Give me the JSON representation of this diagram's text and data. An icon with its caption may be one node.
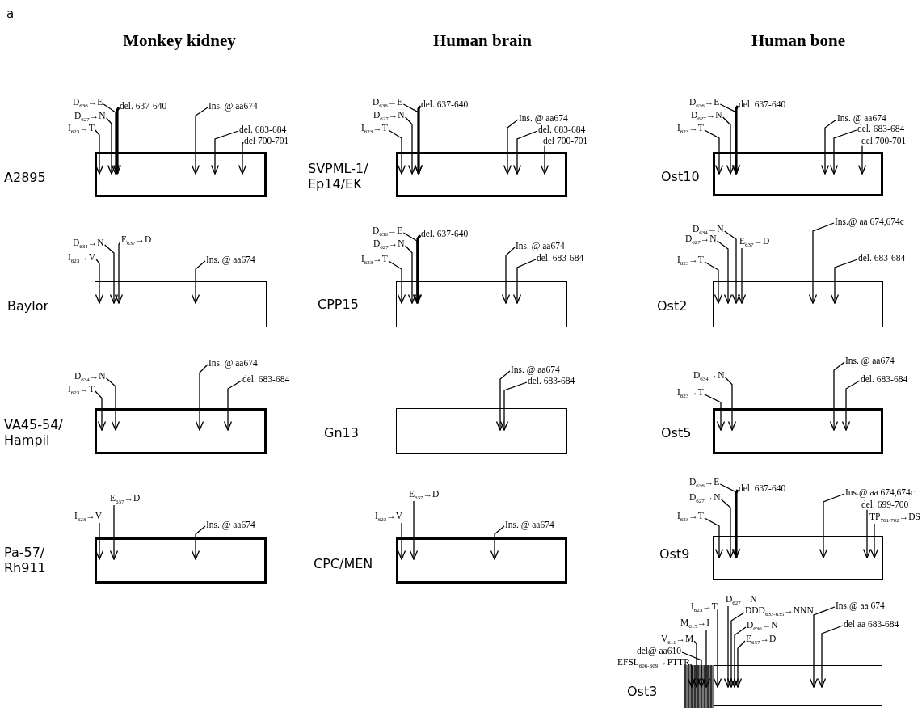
{
  "diagram": {
    "nodes": [
      {
        "text": [
          "A2895"
        ]
      },
      {
        "text": [
          "D$_{636}$→E"
        ]
      },
      {
        "text": [
          "del. 637-640"
        ]
      },
      {
        "text": [
          "D$_{627}$→N"
        ]
      },
      {
        "text": [
          "I$_{623}$→T"
        ]
      },
      {
        "text": [
          "Ins. @ aa674"
        ]
      },
      {
        "text": [
          "del. 683-684"
        ]
      },
      {
        "text": [
          "del 700-701"
        ]
      },
      {
        "text": [
          "SVPML-1/ Ep14/EK"
        ]
      },
      {
        "text": [
          "D$_{636}$→E"
        ]
      },
      {
        "text": [
          "del. 637-640"
        ]
      },
      {
        "text": [
          "D$_{627}$→N"
        ]
      },
      {
        "text": [
          "I$_{623}$→T"
        ]
      },
      {
        "text": [
          "Ins. @ aa674"
        ]
      },
      {
        "text": [
          "del. 683-684"
        ]
      },
      {
        "text": [
          "del 700-701"
        ]
      },
      {
        "text": [
          "Ost10"
        ]
      },
      {
        "text": [
          "D$_{636}$→E"
        ]
      },
      {
        "text": [
          "del. 637-640"
        ]
      },
      {
        "text": [
          "D$_{627}$→N"
        ]
      },
      {
        "text": [
          "I$_{623}$→T"
        ]
      },
      {
        "text": [
          "Ins. @ aa674"
        ]
      },
      {
        "text": [
          "del. 683-684"
        ]
      },
      {
        "text": [
          "del 700-701"
        ]
      },
      {
        "text": [
          "Baylor"
        ]
      },
      {
        "text": [
          "D$_{634}$→N"
        ]
      },
      {
        "text": [
          "E$_{637}$→D"
        ]
      },
      {
        "text": [
          "I$_{623}$→V"
        ]
      },
      {
        "text": [
          "Ins. @ aa674"
        ]
      },
      {
        "text": [
          "CPP15"
        ]
      },
      {
        "text": [
          "D$_{636}$→E"
        ]
      },
      {
        "text": [
          "del. 637-640"
        ]
      },
      {
        "text": [
          "D$_{627}$→N"
        ]
      },
      {
        "text": [
          "I$_{623}$→T"
        ]
      },
      {
        "text": [
          "Ins. @ aa674"
        ]
      },
      {
        "text": [
          "del. 683-684"
        ]
      },
      {
        "text": [
          "Ost2"
        ]
      },
      {
        "text": [
          "Ins.@ aa 674,674c"
        ]
      },
      {
        "text": [
          "D$_{634}$→N"
        ]
      },
      {
        "text": [
          "D$_{627}$→N"
        ]
      },
      {
        "text": [
          "E$_{637}$→D"
        ]
      },
      {
        "text": [
          "I$_{623}$→T"
        ]
      },
      {
        "text": [
          "del. 683-684"
        ]
      },
      {
        "text": [
          "VA45-54/ Hampil"
        ]
      },
      {
        "text": [
          "Ins. @ aa674"
        ]
      },
      {
        "text": [
          "D$_{634}$→N"
        ]
      },
      {
        "text": [
          "del. 683-684"
        ]
      },
      {
        "text": [
          "I$_{623}$→T"
        ]
      },
      {
        "text": [
          "Gn13"
        ]
      },
      {
        "text": [
          "Ins. @ aa674"
        ]
      },
      {
        "text": [
          "del. 683-684"
        ]
      },
      {
        "text": [
          "Ost5"
        ]
      },
      {
        "text": [
          "Ins. @ aa674"
        ]
      },
      {
        "text": [
          "D$_{634}$→N"
        ]
      },
      {
        "text": [
          "del. 683-684"
        ]
      },
      {
        "text": [
          "I$_{623}$→T"
        ]
      },
      {
        "text": [
          "Pa-57/ Rh911"
        ]
      },
      {
        "text": [
          "E$_{637}$→D"
        ]
      },
      {
        "text": [
          "I$_{623}$→V"
        ]
      },
      {
        "text": [
          "Ins. @ aa674"
        ]
      },
      {
        "text": [
          "CPC/MEN"
        ]
      },
      {
        "text": [
          "E$_{637}$→D"
        ]
      },
      {
        "text": [
          "I$_{623}$→V"
        ]
      },
      {
        "text": [
          "Ins. @ aa674"
        ]
      },
      {
        "text": [
          "Ost9"
        ]
      },
      {
        "text": [
          "D$_{636}$→E"
        ]
      },
      {
        "text": [
          "del. 637-640"
        ]
      },
      {
        "text": [
          "Ins.@ aa 674,674c"
        ]
      },
      {
        "text": [
          "D$_{627}$→N"
        ]
      },
      {
        "text": [
          "del. 699-700"
        ]
      },
      {
        "text": [
          "I$_{623}$→T"
        ]
      },
      {
        "text": [
          "TP$_{701-702}$→DS"
        ]
      },
      {
        "text": [
          "Ost3"
        ]
      },
      {
        "text": [
          "D$_{627}$→N"
        ]
      },
      {
        "text": [
          "I$_{623}$→T"
        ]
      },
      {
        "text": [
          "DDD$_{633-635}$→NNN"
        ]
      },
      {
        "text": [
          "Ins.@ aa 674"
        ]
      },
      {
        "text": [
          "M$_{615}$→I"
        ]
      },
      {
        "text": [
          "D$_{636}$→N"
        ]
      },
      {
        "text": [
          "del aa 683-684"
        ]
      },
      {
        "text": [
          "V$_{611}$→M"
        ]
      },
      {
        "text": [
          "E$_{637}$→D"
        ]
      },
      {
        "text": [
          "del@ aa610"
        ]
      },
      {
        "text": [
          "EFSL$_{606-609}$→PTTR"
        ]
      }
    ],
    "edges": [
      {
        "from": 1,
        "to": 0,
        "arrow": "to"
      },
      {
        "from": 2,
        "to": 0,
        "arrow": "to",
        "style": "thick"
      },
      {
        "from": 3,
        "to": 0,
        "arrow": "to"
      },
      {
        "from": 4,
        "to": 0,
        "arrow": "to"
      },
      {
        "from": 5,
        "to": 0,
        "arrow": "to"
      },
      {
        "from": 6,
        "to": 0,
        "arrow": "to"
      },
      {
        "from": 7,
        "to": 0,
        "arrow": "to"
      },
      {
        "from": 9,
        "to": 8,
        "arrow": "to"
      },
      {
        "from": 10,
        "to": 8,
        "arrow": "to",
        "style": "thick"
      },
      {
        "from": 11,
        "to": 8,
        "arrow": "to"
      },
      {
        "from": 12,
        "to": 8,
        "arrow": "to"
      },
      {
        "from": 13,
        "to": 8,
        "arrow": "to"
      },
      {
        "from": 14,
        "to": 8,
        "arrow": "to"
      },
      {
        "from": 15,
        "to": 8,
        "arrow": "to"
      },
      {
        "from": 17,
        "to": 16,
        "arrow": "to"
      },
      {
        "from": 18,
        "to": 16,
        "arrow": "to",
        "style": "thick"
      },
      {
        "from": 19,
        "to": 16,
        "arrow": "to"
      },
      {
        "from": 20,
        "to": 16,
        "arrow": "to"
      },
      {
        "from": 21,
        "to": 16,
        "arrow": "to"
      },
      {
        "from": 22,
        "to": 16,
        "arrow": "to"
      },
      {
        "from": 23,
        "to": 16,
        "arrow": "to"
      },
      {
        "from": 25,
        "to": 24,
        "arrow": "to"
      },
      {
        "from": 26,
        "to": 24,
        "arrow": "to"
      },
      {
        "from": 27,
        "to": 24,
        "arrow": "to"
      },
      {
        "from": 28,
        "to": 24,
        "arrow": "to"
      },
      {
        "from": 30,
        "to": 29,
        "arrow": "to"
      },
      {
        "from": 31,
        "to": 29,
        "arrow": "to",
        "style": "thick"
      },
      {
        "from": 32,
        "to": 29,
        "arrow": "to"
      },
      {
        "from": 33,
        "to": 29,
        "arrow": "to"
      },
      {
        "from": 34,
        "to": 29,
        "arrow": "to"
      },
      {
        "from": 35,
        "to": 29,
        "arrow": "to"
      },
      {
        "from": 37,
        "to": 36,
        "arrow": "to"
      },
      {
        "from": 38,
        "to": 36,
        "arrow": "to"
      },
      {
        "from": 39,
        "to": 36,
        "arrow": "to"
      },
      {
        "from": 40,
        "to": 36,
        "arrow": "to"
      },
      {
        "from": 41,
        "to": 36,
        "arrow": "to"
      },
      {
        "from": 42,
        "to": 36,
        "arrow": "to"
      },
      {
        "from": 44,
        "to": 43,
        "arrow": "to"
      },
      {
        "from": 45,
        "to": 43,
        "arrow": "to"
      },
      {
        "from": 46,
        "to": 43,
        "arrow": "to"
      },
      {
        "from": 47,
        "to": 43,
        "arrow": "to"
      },
      {
        "from": 49,
        "to": 48,
        "arrow": "to"
      },
      {
        "from": 50,
        "to": 48,
        "arrow": "to"
      },
      {
        "from": 52,
        "to": 51,
        "arrow": "to"
      },
      {
        "from": 53,
        "to": 51,
        "arrow": "to"
      },
      {
        "from": 54,
        "to": 51,
        "arrow": "to"
      },
      {
        "from": 55,
        "to": 51,
        "arrow": "to"
      },
      {
        "from": 57,
        "to": 56,
        "arrow": "to"
      },
      {
        "from": 58,
        "to": 56,
        "arrow": "to"
      },
      {
        "from": 59,
        "to": 56,
        "arrow": "to"
      },
      {
        "from": 61,
        "to": 60,
        "arrow": "to"
      },
      {
        "from": 62,
        "to": 60,
        "arrow": "to"
      },
      {
        "from": 63,
        "to": 60,
        "arrow": "to"
      },
      {
        "from": 65,
        "to": 64,
        "arrow": "to"
      },
      {
        "from": 66,
        "to": 64,
        "arrow": "to",
        "style": "thick"
      },
      {
        "from": 67,
        "to": 64,
        "arrow": "to"
      },
      {
        "from": 68,
        "to": 64,
        "arrow": "to"
      },
      {
        "from": 69,
        "to": 64,
        "arrow": "to"
      },
      {
        "from": 70,
        "to": 64,
        "arrow": "to"
      },
      {
        "from": 71,
        "to": 64,
        "arrow": "to"
      },
      {
        "from": 73,
        "to": 72,
        "arrow": "to"
      },
      {
        "from": 74,
        "to": 72,
        "arrow": "to"
      },
      {
        "from": 75,
        "to": 72,
        "arrow": "to"
      },
      {
        "from": 76,
        "to": 72,
        "arrow": "to"
      },
      {
        "from": 77,
        "to": 72,
        "arrow": "to"
      },
      {
        "from": 78,
        "to": 72,
        "arrow": "to"
      },
      {
        "from": 79,
        "to": 72,
        "arrow": "to"
      },
      {
        "from": 80,
        "to": 72,
        "arrow": "to"
      },
      {
        "from": 81,
        "to": 72,
        "arrow": "to"
      },
      {
        "from": 82,
        "to": 72,
        "arrow": "to"
      },
      {
        "from": 83,
        "to": 72,
        "arrow": "to"
      }
    ],
    "labels": [
      "a",
      "Monkey kidney",
      "Human brain",
      "Human bone"
    ]
  }
}
